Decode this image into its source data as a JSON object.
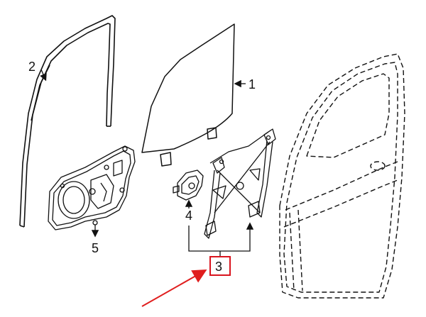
{
  "diagram": {
    "callouts": {
      "c1": "1",
      "c2": "2",
      "c3": "3",
      "c4": "4",
      "c5": "5"
    },
    "colors": {
      "line": "#111111",
      "highlight_box": "#d9141e",
      "pointer_arrow": "#e01e1e"
    },
    "parts": [
      {
        "callout": "1",
        "icon": "door-glass"
      },
      {
        "callout": "2",
        "icon": "glass-run-channel"
      },
      {
        "callout": "3",
        "icon": "window-regulator"
      },
      {
        "callout": "4",
        "icon": "regulator-motor"
      },
      {
        "callout": "5",
        "icon": "door-module-panel"
      }
    ],
    "door_outline": "door-shell-dashed"
  }
}
